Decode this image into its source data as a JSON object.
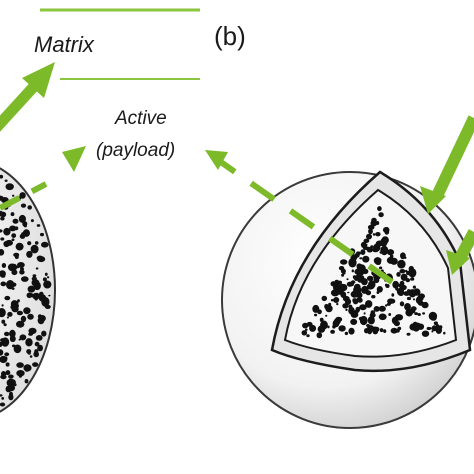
{
  "panel_label": "(b)",
  "labels": {
    "matrix": "Matrix",
    "active_line1": "Active",
    "active_line2": "(payload)"
  },
  "colors": {
    "arrow_green": "#7dba2a",
    "dot_black": "#111111",
    "outline": "#222222",
    "sphere_fill": "#f4f4f4"
  },
  "icons": [
    "matrix-pointer-arrow",
    "active-pointer-arrow",
    "dashed-leader-arrow"
  ]
}
